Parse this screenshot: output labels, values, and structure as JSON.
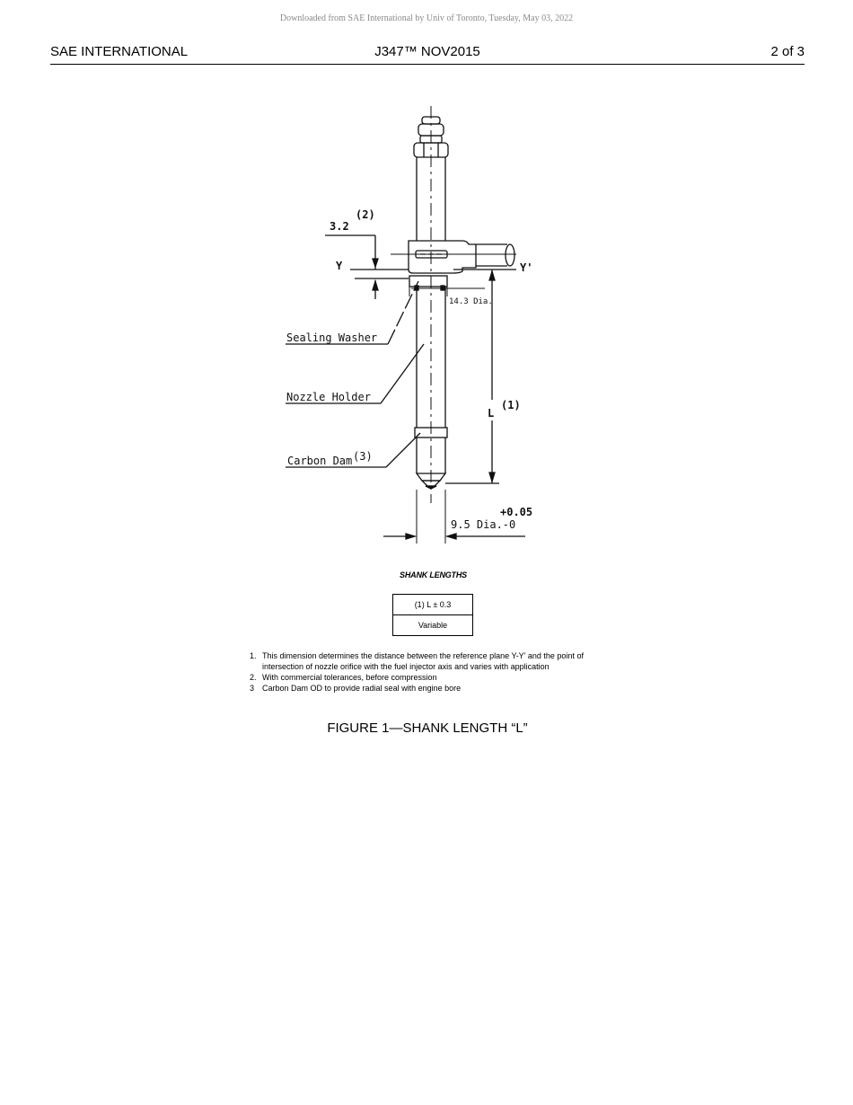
{
  "download_note": "Downloaded from SAE International by Univ of Toronto, Tuesday, May 03, 2022",
  "header": {
    "publisher": "SAE INTERNATIONAL",
    "document_id": "J347™ NOV2015",
    "page": "2 of 3"
  },
  "figure": {
    "labels": {
      "dim_3_2": "3.2",
      "note_ref_2": "(2)",
      "plane_y": "Y",
      "plane_y_prime": "Y'",
      "dia_14_3": "14.3 Dia.",
      "sealing_washer": "Sealing Washer",
      "nozzle_holder": "Nozzle Holder",
      "carbon_dam": "Carbon Dam",
      "note_ref_3": "(3)",
      "length_l": "L",
      "note_ref_1": "(1)",
      "tol_plus": "+0.05",
      "dia_9_5": "9.5 Dia.-0"
    },
    "shank_lengths": {
      "title": "SHANK LENGTHS",
      "header": "(1) L ± 0.3",
      "value": "Variable"
    },
    "notes": [
      {
        "num": "1.",
        "text": "This dimension determines the distance between the reference plane Y-Y' and the point of intersection of nozzle orifice with the fuel injector axis and varies with application"
      },
      {
        "num": "2.",
        "text": "With commercial tolerances, before compression"
      },
      {
        "num": "3",
        "text": "Carbon Dam OD to provide radial seal with engine bore"
      }
    ],
    "caption": "FIGURE 1—SHANK LENGTH “L”"
  }
}
